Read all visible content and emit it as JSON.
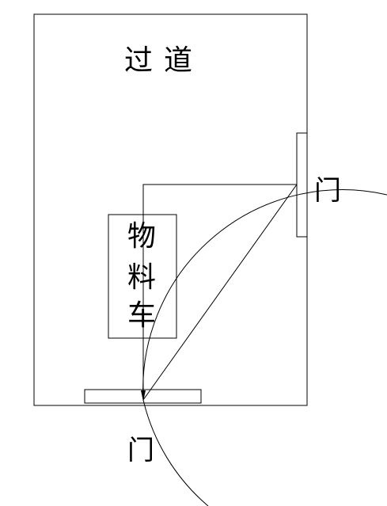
{
  "labels": {
    "corridor": "过道",
    "cart": [
      "物",
      "料",
      "车"
    ],
    "door_right": "门",
    "door_bottom": "门"
  },
  "colors": {
    "stroke": "#000000",
    "background": "#ffffff"
  }
}
